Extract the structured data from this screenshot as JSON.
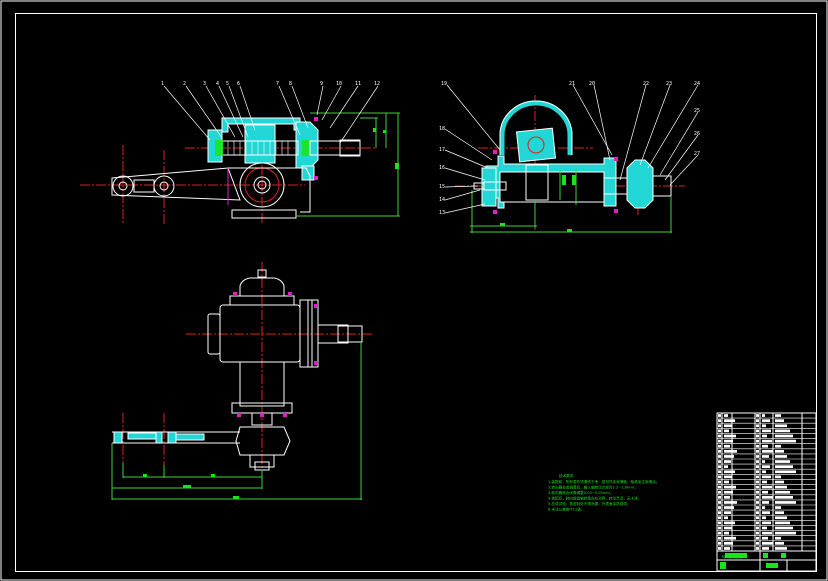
{
  "drawing": {
    "title": "Steering gear assembly drawing",
    "colors": {
      "background": "#000000",
      "outline": "#ffffff",
      "centerline": "#e02020",
      "dimension": "#3cd23c",
      "section_hatch": "#22d6d6",
      "fastener": "#e020c0",
      "note_text": "#19e619"
    }
  },
  "front_view": {
    "part_labels": [
      "1",
      "2",
      "3",
      "4",
      "5",
      "6",
      "7",
      "8",
      "9",
      "10",
      "11",
      "12"
    ]
  },
  "side_view": {
    "part_labels_left": [
      "19",
      "18",
      "17",
      "16",
      "15",
      "14",
      "13"
    ],
    "part_labels_top": [
      "21",
      "20",
      "22",
      "23",
      "24",
      "25",
      "26",
      "27"
    ]
  },
  "technical_notes": {
    "heading": "技术要求",
    "lines": [
      "1.装配前，所有零件须清洗干净，密封件涂润滑脂，轴承加注润滑油；",
      "2.转向器总成调整后，输入轴转动力矩为1.2~1.8N·m；",
      "3.转向器啮合间隙调整0.03~0.05mm；",
      "4.装配后，转向摇臂轴转角左右对称，转动灵活，无卡滞；",
      "5.总成试验：各密封处不得渗漏，外表面涂防锈漆；",
      "6.未注公差按IT12级。"
    ]
  },
  "title_block": {
    "rows": 27,
    "footer_label": "转向器装配图"
  }
}
